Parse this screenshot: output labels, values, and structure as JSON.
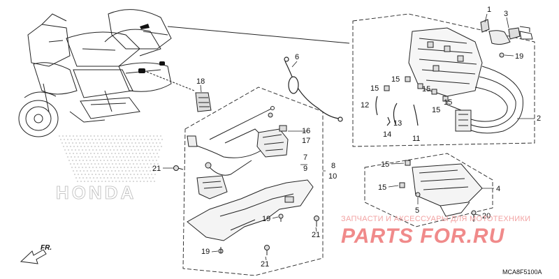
{
  "diagram": {
    "labels": {
      "p1": "1",
      "p2": "2",
      "p3": "3",
      "p4": "4",
      "p5": "5",
      "p6": "6",
      "p7": "7",
      "p8": "8",
      "p9": "9",
      "p10": "10",
      "p11": "11",
      "p12": "12",
      "p13": "13",
      "p14": "14",
      "p15": "15",
      "p16": "16",
      "p17": "17",
      "p18": "18",
      "p19": "19",
      "p20": "20",
      "p21": "21"
    },
    "direction_label": "FR.",
    "diagram_code": "MCA8F5100A",
    "brand_watermark": "HONDA"
  },
  "watermark": {
    "caption": "ЗАПЧАСТИ И АКСЕССУАРЫ ДЛЯ МОТОТЕХНИКИ",
    "site": "PARTS FOR.RU",
    "color": "#f08a8a"
  }
}
